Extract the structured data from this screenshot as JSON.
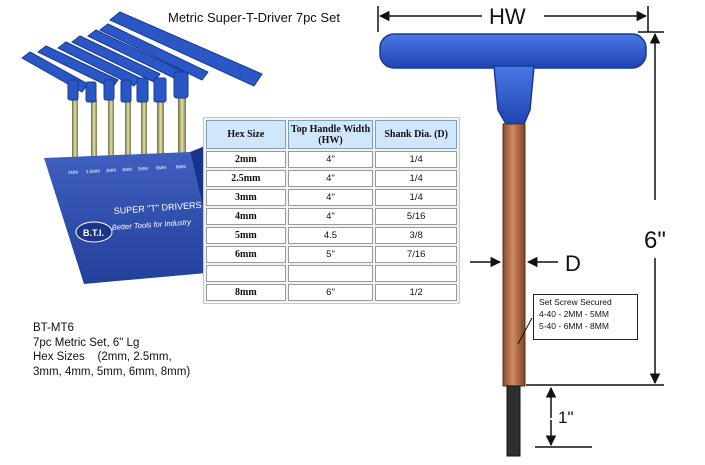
{
  "title": "Metric Super-T-Driver 7pc Set",
  "product_info": {
    "lines": [
      "BT-MT6",
      "7pc Metric Set, 6\" Lg",
      "Hex Sizes    (2mm, 2.5mm,",
      "3mm, 4mm, 5mm, 6mm, 8mm)"
    ]
  },
  "stand": {
    "logo": "B.T.I.",
    "brand": "SUPER \"T\" DRIVERS",
    "tagline": "Better Tools for Industry",
    "size_markings": [
      "2MM",
      "2.5MM",
      "3MM",
      "4MM",
      "5MM",
      "6MM",
      "8MM"
    ]
  },
  "spec_table": {
    "headers": [
      "Hex Size",
      "Top Handle Width (HW)",
      "Shank Dia. (D)"
    ],
    "rows": [
      [
        "2mm",
        "4\"",
        "1/4"
      ],
      [
        "2.5mm",
        "4\"",
        "1/4"
      ],
      [
        "3mm",
        "4\"",
        "1/4"
      ],
      [
        "4mm",
        "4\"",
        "5/16"
      ],
      [
        "5mm",
        "4.5",
        "3/8"
      ],
      [
        "6mm",
        "5\"",
        "7/16"
      ],
      [
        "",
        "",
        ""
      ],
      [
        "8mm",
        "6\"",
        "1/2"
      ]
    ]
  },
  "diagram": {
    "hw_label": "HW",
    "length_label": "6\"",
    "d_label": "D",
    "tip_label": "1\"",
    "screw_note": {
      "title": "Set Screw Secured",
      "lines": [
        "4-40 - 2MM - 5MM",
        "5-40 - 6MM - 8MM"
      ]
    },
    "colors": {
      "handle": "#2a56c6",
      "shank": "#b06a45",
      "tip": "#2c2f2e"
    }
  }
}
